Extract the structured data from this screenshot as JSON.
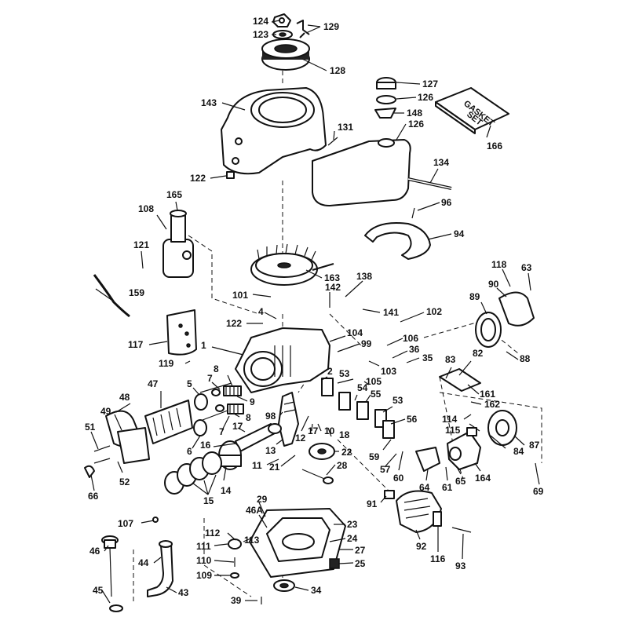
{
  "kit_label": [
    "GASKET",
    "SET"
  ],
  "callouts": {
    "c124": "124",
    "c123": "123",
    "c129": "129",
    "c128": "128",
    "c127": "127",
    "c126a": "126",
    "c143": "143",
    "c148": "148",
    "c126b": "126",
    "c166": "166",
    "c131": "131",
    "c122a": "122",
    "c134": "134",
    "c165": "165",
    "c108": "108",
    "c96": "96",
    "c94": "94",
    "c121": "121",
    "c159": "159",
    "c163": "163",
    "c138": "138",
    "c118": "118",
    "c63": "63",
    "c90": "90",
    "c89": "89",
    "c101": "101",
    "c142": "142",
    "c141": "141",
    "c102": "102",
    "c4": "4",
    "c122b": "122",
    "c117": "117",
    "c1": "1",
    "c104": "104",
    "c99": "99",
    "c106": "106",
    "c36": "36",
    "c88": "88",
    "c119": "119",
    "c103": "103",
    "c35": "35",
    "c83": "83",
    "c82": "82",
    "c2": "2",
    "c53a": "53",
    "c105": "105",
    "c8a": "8",
    "c7a": "7",
    "c47": "47",
    "c5": "5",
    "c54": "54",
    "c55": "55",
    "c48": "48",
    "c161": "161",
    "c9": "9",
    "c53b": "53",
    "c162": "162",
    "c98": "98",
    "c49": "49",
    "c8b": "8",
    "c114": "114",
    "c56": "56",
    "c7b": "7",
    "c115": "115",
    "c12": "12",
    "c17a": "17",
    "c10": "10",
    "c18": "18",
    "c51": "51",
    "c6": "6",
    "c17b": "17",
    "c16": "16",
    "c87": "87",
    "c84": "84",
    "c13": "13",
    "c22": "22",
    "c59": "59",
    "c11": "11",
    "c21": "21",
    "c28": "28",
    "c57": "57",
    "c52": "52",
    "c60": "60",
    "c64": "64",
    "c61": "61",
    "c65": "65",
    "c164": "164",
    "c69": "69",
    "c66": "66",
    "c14": "14",
    "c15": "15",
    "c91": "91",
    "c29": "29",
    "c107": "107",
    "c46a": "46A",
    "c23": "23",
    "c112": "112",
    "c113": "113",
    "c46": "46",
    "c24": "24",
    "c92": "92",
    "c111": "111",
    "c27": "27",
    "c44": "44",
    "c116": "116",
    "c93": "93",
    "c110": "110",
    "c25": "25",
    "c109": "109",
    "c45": "45",
    "c43": "43",
    "c34": "34",
    "c39": "39"
  }
}
